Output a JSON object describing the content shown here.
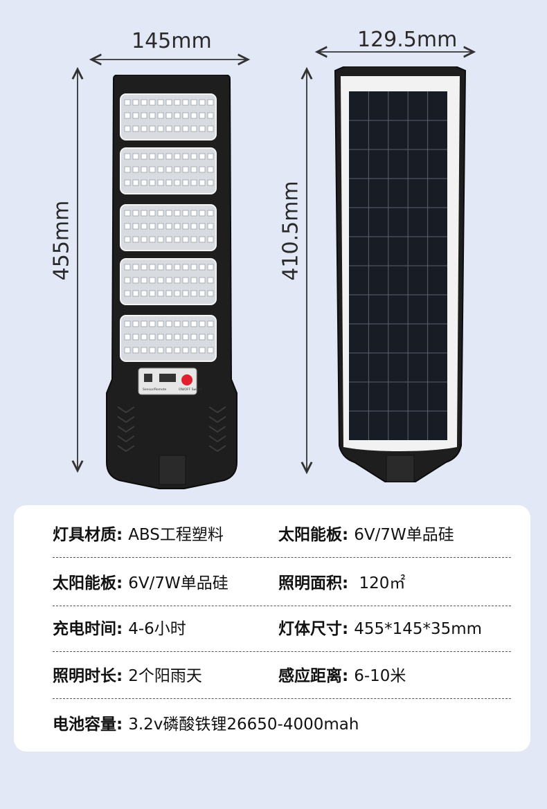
{
  "dimensions": {
    "lamp_width": "145mm",
    "lamp_height": "455mm",
    "panel_width": "129.5mm",
    "panel_height": "410.5mm"
  },
  "control_panel": {
    "left_label": "Sensor/Remote",
    "right_label": "ON/OFF Switch"
  },
  "specs": [
    [
      {
        "key": "灯具材质:",
        "value": "ABS工程塑料"
      },
      {
        "key": "太阳能板:",
        "value": "6V/7W单品硅"
      }
    ],
    [
      {
        "key": "太阳能板:",
        "value": "6V/7W单品硅"
      },
      {
        "key": "照明面积:",
        "value": " 120㎡"
      }
    ],
    [
      {
        "key": "充电时间:",
        "value": "4-6小时"
      },
      {
        "key": "灯体尺寸:",
        "value": "455*145*35mm"
      }
    ],
    [
      {
        "key": "照明时长:",
        "value": "2个阳雨天"
      },
      {
        "key": "感应距离:",
        "value": "6-10米"
      }
    ],
    [
      {
        "key": "电池容量:",
        "value": "3.2v磷酸铁锂26650-4000mah"
      }
    ]
  ],
  "colors": {
    "background": "#e3e8f6",
    "lamp_body": "#1e1e1e",
    "solar_cell": "#181c24",
    "indicator_button": "#e0202e"
  }
}
